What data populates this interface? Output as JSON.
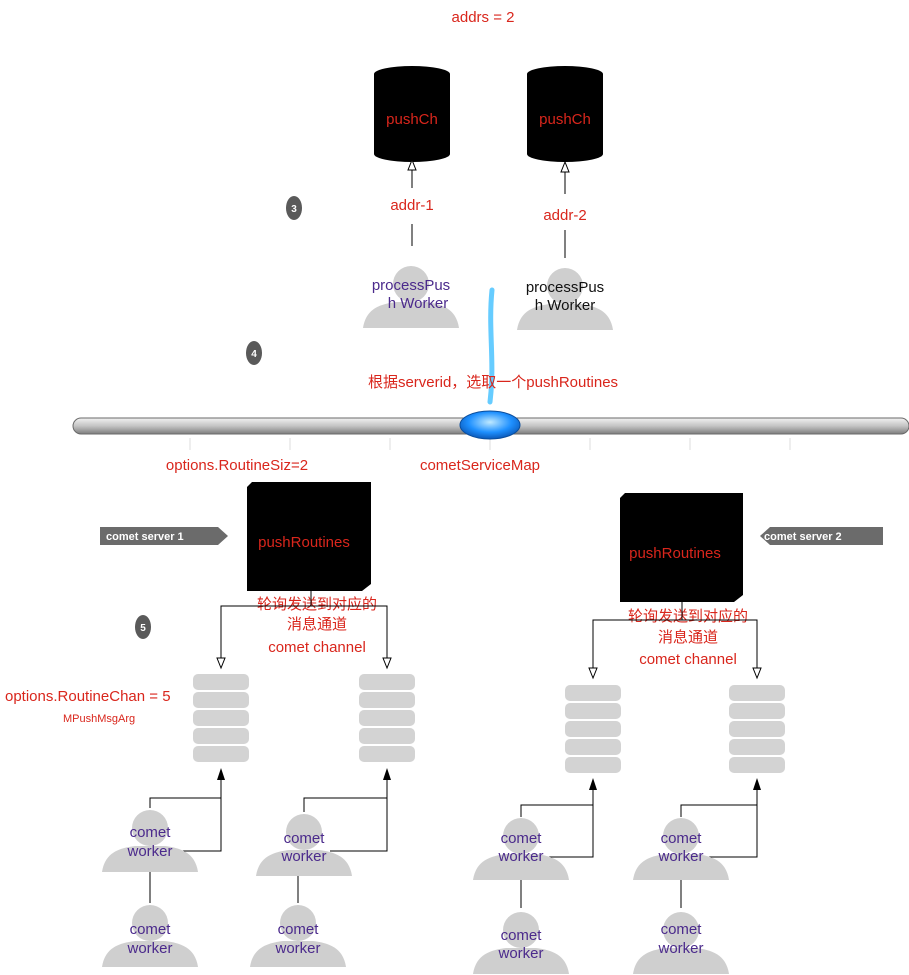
{
  "header": {
    "addrs_label": "addrs = 2"
  },
  "push_channels": [
    {
      "box_label": "pushCh",
      "addr_label": "addr-1",
      "worker_line1": "processPus",
      "worker_line2": "h Worker"
    },
    {
      "box_label": "pushCh",
      "addr_label": "addr-2",
      "worker_line1": "processPus",
      "worker_line2": "h Worker"
    }
  ],
  "steps": {
    "step3": "3",
    "step4": "4",
    "step5": "5"
  },
  "bus": {
    "select_note": "根据serverid，选取一个pushRoutines",
    "map_label": "cometServiceMap",
    "routine_size": "options.RoutineSiz=2"
  },
  "servers": [
    {
      "tag": "comet server 1",
      "routines_label": "pushRoutines",
      "note_line1": "轮询发送到对应的",
      "note_line2": "消息通道",
      "note_line3": "comet channel",
      "workers": [
        "comet",
        "worker",
        "comet",
        "worker",
        "comet",
        "worker",
        "comet",
        "worker"
      ]
    },
    {
      "tag": "comet server 2",
      "routines_label": "pushRoutines",
      "note_line1": "轮询发送到对应的",
      "note_line2": "消息通道",
      "note_line3": "comet channel",
      "workers": [
        "comet",
        "worker",
        "comet",
        "worker",
        "comet",
        "worker",
        "comet",
        "worker"
      ]
    }
  ],
  "channel_info": {
    "chan_size": "options.RoutineChan = 5",
    "msg_type": "MPushMsgArg"
  },
  "colors": {
    "label_red": "#d9261c",
    "worker_purple": "#4b2a8c",
    "arrow_blue": "#66ccff",
    "silhouette": "#cfcfcf"
  }
}
